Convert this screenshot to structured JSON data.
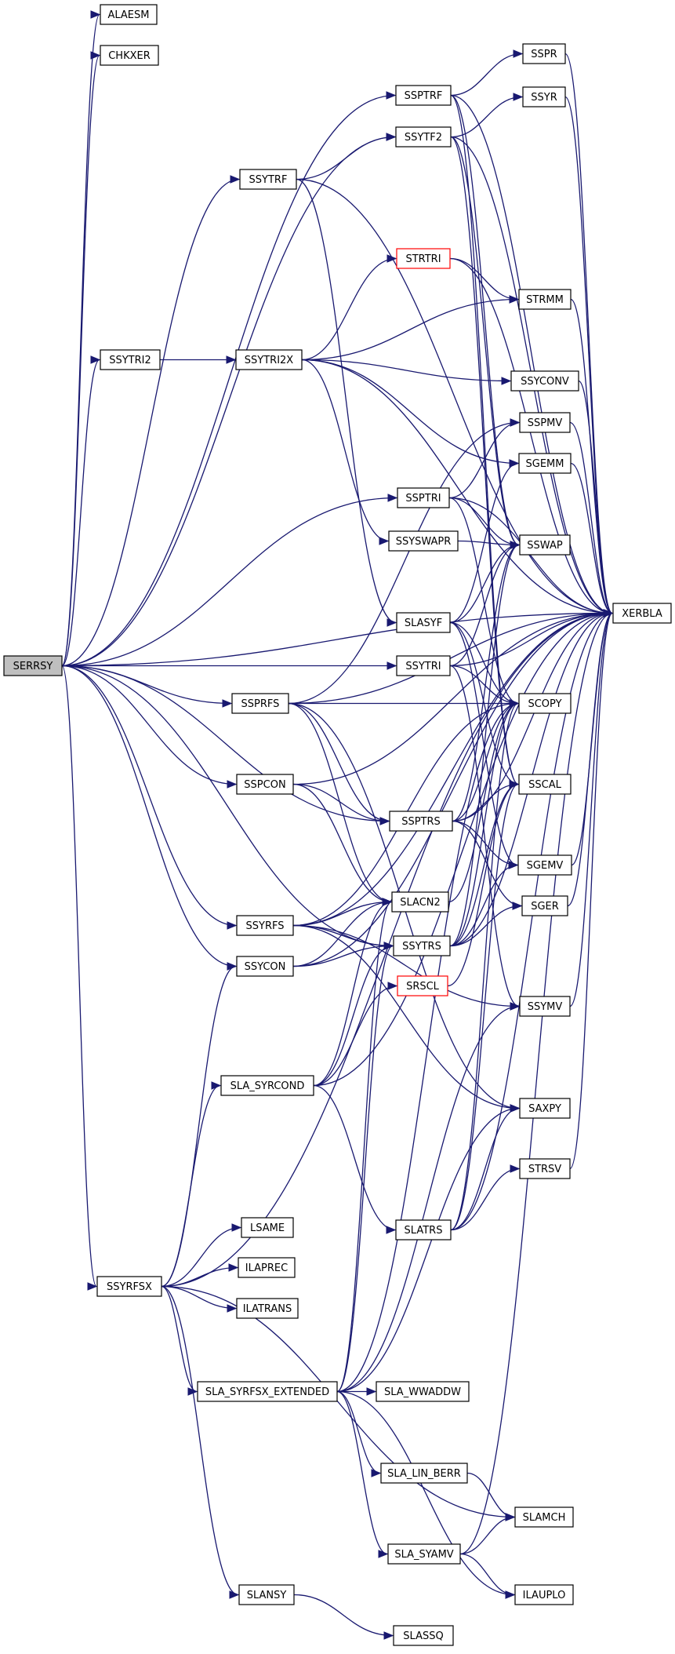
{
  "colors": {
    "edge": "#191970",
    "node_border": "#000000",
    "highlight_border": "#ff0000",
    "root_fill": "#bfbfbf"
  },
  "nodes": [
    {
      "id": "SERRSY",
      "label": "SERRSY",
      "root": true
    },
    {
      "id": "ALAESM",
      "label": "ALAESM"
    },
    {
      "id": "CHKXER",
      "label": "CHKXER"
    },
    {
      "id": "SSPTRF",
      "label": "SSPTRF"
    },
    {
      "id": "SSPR",
      "label": "SSPR"
    },
    {
      "id": "SSYTF2",
      "label": "SSYTF2"
    },
    {
      "id": "SSYR",
      "label": "SSYR"
    },
    {
      "id": "SSYTRF",
      "label": "SSYTRF"
    },
    {
      "id": "STRTRI",
      "label": "STRTRI",
      "highlight": true
    },
    {
      "id": "STRMM",
      "label": "STRMM"
    },
    {
      "id": "SSYTRI2",
      "label": "SSYTRI2"
    },
    {
      "id": "SSYTRI2X",
      "label": "SSYTRI2X"
    },
    {
      "id": "SSYCONV",
      "label": "SSYCONV"
    },
    {
      "id": "SSPMV",
      "label": "SSPMV"
    },
    {
      "id": "SGEMM",
      "label": "SGEMM"
    },
    {
      "id": "SSPTRI",
      "label": "SSPTRI"
    },
    {
      "id": "SSYSWAPR",
      "label": "SSYSWAPR"
    },
    {
      "id": "SSWAP",
      "label": "SSWAP"
    },
    {
      "id": "SLASYF",
      "label": "SLASYF"
    },
    {
      "id": "XERBLA",
      "label": "XERBLA"
    },
    {
      "id": "SSYTRI",
      "label": "SSYTRI"
    },
    {
      "id": "SSPRFS",
      "label": "SSPRFS"
    },
    {
      "id": "SCOPY",
      "label": "SCOPY"
    },
    {
      "id": "SSPCON",
      "label": "SSPCON"
    },
    {
      "id": "SSCAL",
      "label": "SSCAL"
    },
    {
      "id": "SSPTRS",
      "label": "SSPTRS"
    },
    {
      "id": "SGEMV",
      "label": "SGEMV"
    },
    {
      "id": "SLACN2",
      "label": "SLACN2"
    },
    {
      "id": "SGER",
      "label": "SGER"
    },
    {
      "id": "SSYRFS",
      "label": "SSYRFS"
    },
    {
      "id": "SSYTRS",
      "label": "SSYTRS"
    },
    {
      "id": "SSYCON",
      "label": "SSYCON"
    },
    {
      "id": "SRSCL",
      "label": "SRSCL",
      "highlight": true
    },
    {
      "id": "SSYMV",
      "label": "SSYMV"
    },
    {
      "id": "SLA_SYRCOND",
      "label": "SLA_SYRCOND"
    },
    {
      "id": "SAXPY",
      "label": "SAXPY"
    },
    {
      "id": "STRSV",
      "label": "STRSV"
    },
    {
      "id": "LSAME",
      "label": "LSAME"
    },
    {
      "id": "SLATRS",
      "label": "SLATRS"
    },
    {
      "id": "ILAPREC",
      "label": "ILAPREC"
    },
    {
      "id": "SSYRFSX",
      "label": "SSYRFSX"
    },
    {
      "id": "ILATRANS",
      "label": "ILATRANS"
    },
    {
      "id": "SLA_SYRFSX_EXTENDED",
      "label": "SLA_SYRFSX_EXTENDED"
    },
    {
      "id": "SLA_WWADDW",
      "label": "SLA_WWADDW"
    },
    {
      "id": "SLA_LIN_BERR",
      "label": "SLA_LIN_BERR"
    },
    {
      "id": "SLAMCH",
      "label": "SLAMCH"
    },
    {
      "id": "SLA_SYAMV",
      "label": "SLA_SYAMV"
    },
    {
      "id": "ILAUPLO",
      "label": "ILAUPLO"
    },
    {
      "id": "SLANSY",
      "label": "SLANSY"
    },
    {
      "id": "SLASSQ",
      "label": "SLASSQ"
    }
  ],
  "edges": [
    [
      "SERRSY",
      "ALAESM"
    ],
    [
      "SERRSY",
      "CHKXER"
    ],
    [
      "SERRSY",
      "SSPTRF"
    ],
    [
      "SERRSY",
      "SSYTF2"
    ],
    [
      "SERRSY",
      "SSYTRF"
    ],
    [
      "SERRSY",
      "XERBLA"
    ],
    [
      "SERRSY",
      "SSYTRI2"
    ],
    [
      "SERRSY",
      "SSPTRI"
    ],
    [
      "SERRSY",
      "SSYTRI"
    ],
    [
      "SERRSY",
      "SSPRFS"
    ],
    [
      "SERRSY",
      "SSPCON"
    ],
    [
      "SERRSY",
      "SSPTRS"
    ],
    [
      "SERRSY",
      "SSYRFS"
    ],
    [
      "SERRSY",
      "SSYTRS"
    ],
    [
      "SERRSY",
      "SSYCON"
    ],
    [
      "SERRSY",
      "SSYRFSX"
    ],
    [
      "SSPTRF",
      "SSPR"
    ],
    [
      "SSPTRF",
      "XERBLA"
    ],
    [
      "SSPTRF",
      "SSWAP"
    ],
    [
      "SSPTRF",
      "SSCAL"
    ],
    [
      "SSPR",
      "XERBLA"
    ],
    [
      "SSYTF2",
      "SSYR"
    ],
    [
      "SSYTF2",
      "XERBLA"
    ],
    [
      "SSYTF2",
      "SSWAP"
    ],
    [
      "SSYTF2",
      "SSCAL"
    ],
    [
      "SSYR",
      "XERBLA"
    ],
    [
      "SSYTRF",
      "SSYTF2"
    ],
    [
      "SSYTRF",
      "XERBLA"
    ],
    [
      "SSYTRF",
      "SLASYF"
    ],
    [
      "SSYTRI2",
      "SSYTRI2X"
    ],
    [
      "SSYTRI2X",
      "STRTRI"
    ],
    [
      "SSYTRI2X",
      "STRMM"
    ],
    [
      "SSYTRI2X",
      "XERBLA"
    ],
    [
      "SSYTRI2X",
      "SSYCONV"
    ],
    [
      "SSYTRI2X",
      "SGEMM"
    ],
    [
      "SSYTRI2X",
      "SSYSWAPR"
    ],
    [
      "STRTRI",
      "STRMM"
    ],
    [
      "STRTRI",
      "XERBLA"
    ],
    [
      "STRMM",
      "XERBLA"
    ],
    [
      "SSYCONV",
      "XERBLA"
    ],
    [
      "SSPMV",
      "XERBLA"
    ],
    [
      "SGEMM",
      "XERBLA"
    ],
    [
      "SSPTRI",
      "SSPMV"
    ],
    [
      "SSPTRI",
      "XERBLA"
    ],
    [
      "SSPTRI",
      "SSWAP"
    ],
    [
      "SSPTRI",
      "SCOPY"
    ],
    [
      "SSYSWAPR",
      "SSWAP"
    ],
    [
      "SLASYF",
      "SGEMM"
    ],
    [
      "SLASYF",
      "SSWAP"
    ],
    [
      "SLASYF",
      "SCOPY"
    ],
    [
      "SLASYF",
      "SSCAL"
    ],
    [
      "SLASYF",
      "SGEMV"
    ],
    [
      "SSYTRI",
      "XERBLA"
    ],
    [
      "SSYTRI",
      "SSWAP"
    ],
    [
      "SSYTRI",
      "SCOPY"
    ],
    [
      "SSYTRI",
      "SSYMV"
    ],
    [
      "SSPRFS",
      "SSPMV"
    ],
    [
      "SSPRFS",
      "XERBLA"
    ],
    [
      "SSPRFS",
      "SCOPY"
    ],
    [
      "SSPRFS",
      "SSPTRS"
    ],
    [
      "SSPRFS",
      "SLACN2"
    ],
    [
      "SSPRFS",
      "SAXPY"
    ],
    [
      "SSPCON",
      "XERBLA"
    ],
    [
      "SSPCON",
      "SSPTRS"
    ],
    [
      "SSPCON",
      "SLACN2"
    ],
    [
      "SSPTRS",
      "SSWAP"
    ],
    [
      "SSPTRS",
      "SSCAL"
    ],
    [
      "SSPTRS",
      "SGEMV"
    ],
    [
      "SSPTRS",
      "SGER"
    ],
    [
      "SSPTRS",
      "XERBLA"
    ],
    [
      "SSPTRS",
      "SCOPY"
    ],
    [
      "SLACN2",
      "SCOPY"
    ],
    [
      "SSYRFS",
      "SCOPY"
    ],
    [
      "SSYRFS",
      "SLACN2"
    ],
    [
      "SSYRFS",
      "SSYTRS"
    ],
    [
      "SSYRFS",
      "SSYMV"
    ],
    [
      "SSYRFS",
      "XERBLA"
    ],
    [
      "SSYRFS",
      "SAXPY"
    ],
    [
      "SSYTRS",
      "SSWAP"
    ],
    [
      "SSYTRS",
      "SCOPY"
    ],
    [
      "SSYTRS",
      "SSCAL"
    ],
    [
      "SSYTRS",
      "SGEMV"
    ],
    [
      "SSYTRS",
      "SGER"
    ],
    [
      "SSYTRS",
      "XERBLA"
    ],
    [
      "SSYCON",
      "SLACN2"
    ],
    [
      "SSYCON",
      "SSYTRS"
    ],
    [
      "SSYCON",
      "XERBLA"
    ],
    [
      "SRSCL",
      "SSCAL"
    ],
    [
      "SGEMV",
      "XERBLA"
    ],
    [
      "SGER",
      "XERBLA"
    ],
    [
      "SSYMV",
      "XERBLA"
    ],
    [
      "STRSV",
      "XERBLA"
    ],
    [
      "SLA_SYRCOND",
      "SSYTRS"
    ],
    [
      "SLA_SYRCOND",
      "SLACN2"
    ],
    [
      "SLA_SYRCOND",
      "SRSCL"
    ],
    [
      "SLA_SYRCOND",
      "SLATRS"
    ],
    [
      "SLA_SYRCOND",
      "XERBLA"
    ],
    [
      "SLATRS",
      "SSCAL"
    ],
    [
      "SLATRS",
      "SAXPY"
    ],
    [
      "SLATRS",
      "STRSV"
    ],
    [
      "SLATRS",
      "XERBLA"
    ],
    [
      "SLATRS",
      "SCOPY"
    ],
    [
      "SSYRFSX",
      "SSYCON"
    ],
    [
      "SSYRFSX",
      "SLA_SYRCOND"
    ],
    [
      "SSYRFSX",
      "LSAME"
    ],
    [
      "SSYRFSX",
      "ILAPREC"
    ],
    [
      "SSYRFSX",
      "ILATRANS"
    ],
    [
      "SSYRFSX",
      "XERBLA"
    ],
    [
      "SSYRFSX",
      "SLA_SYRFSX_EXTENDED"
    ],
    [
      "SSYRFSX",
      "SLAMCH"
    ],
    [
      "SSYRFSX",
      "SLANSY"
    ],
    [
      "SLA_SYRFSX_EXTENDED",
      "SSYTRS"
    ],
    [
      "SLA_SYRFSX_EXTENDED",
      "SLACN2"
    ],
    [
      "SLA_SYRFSX_EXTENDED",
      "SSYMV"
    ],
    [
      "SLA_SYRFSX_EXTENDED",
      "SAXPY"
    ],
    [
      "SLA_SYRFSX_EXTENDED",
      "SLA_WWADDW"
    ],
    [
      "SLA_SYRFSX_EXTENDED",
      "SLA_LIN_BERR"
    ],
    [
      "SLA_SYRFSX_EXTENDED",
      "SLA_SYAMV"
    ],
    [
      "SLA_SYRFSX_EXTENDED",
      "ILAUPLO"
    ],
    [
      "SLA_SYRFSX_EXTENDED",
      "SCOPY"
    ],
    [
      "SLA_LIN_BERR",
      "SLAMCH"
    ],
    [
      "SLA_SYAMV",
      "SLAMCH"
    ],
    [
      "SLA_SYAMV",
      "ILAUPLO"
    ],
    [
      "SLA_SYAMV",
      "XERBLA"
    ],
    [
      "SLANSY",
      "SLASSQ"
    ]
  ]
}
